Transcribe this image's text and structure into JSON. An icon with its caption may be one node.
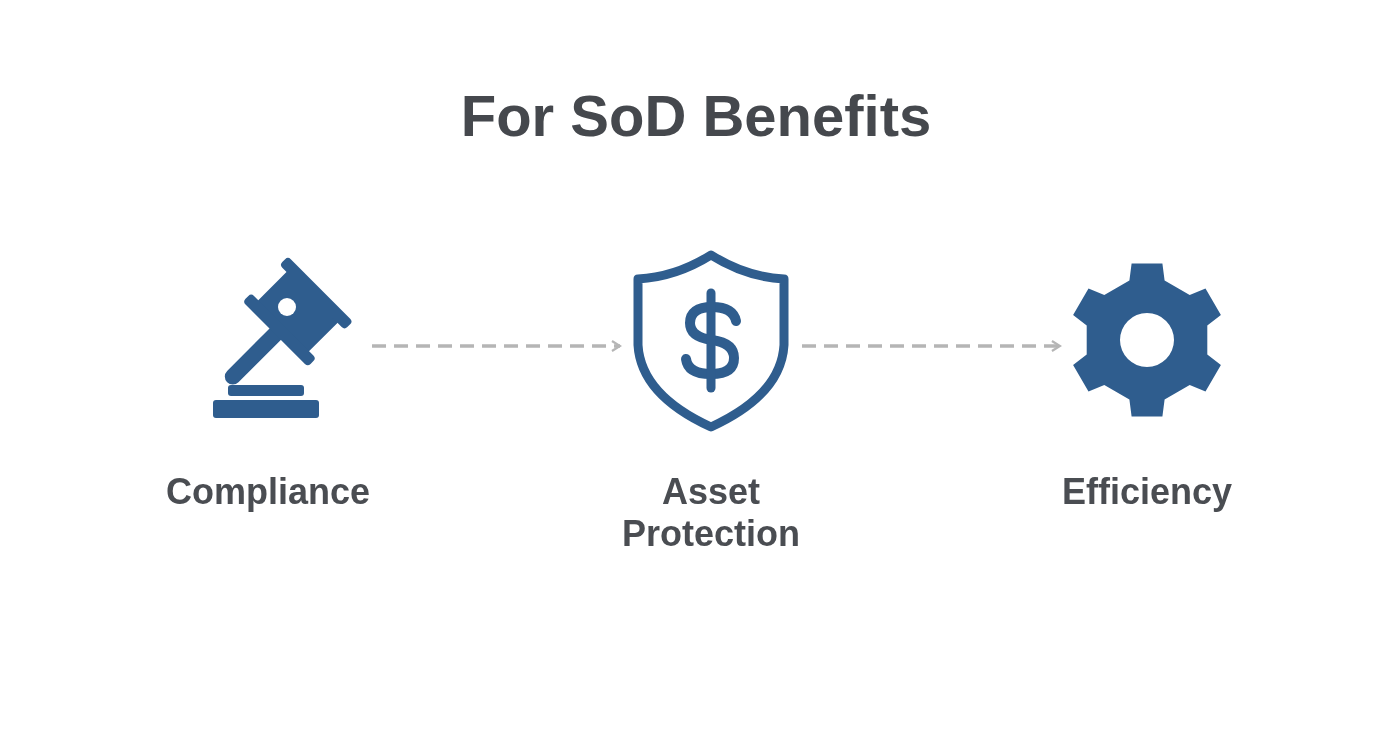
{
  "diagram": {
    "title": "For SoD Benefits",
    "nodes": [
      {
        "text": [
          "Compliance"
        ]
      },
      {
        "text": [
          "Asset Protection"
        ]
      },
      {
        "text": [
          "Efficiency"
        ]
      }
    ],
    "edges": [
      {
        "from": 0,
        "to": 1,
        "arrow": "to",
        "style": "dashed"
      },
      {
        "from": 1,
        "to": 2,
        "arrow": "to",
        "style": "dashed"
      }
    ]
  }
}
